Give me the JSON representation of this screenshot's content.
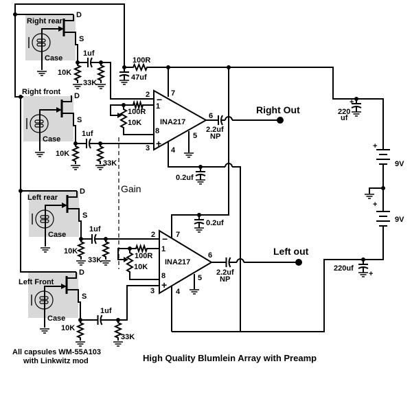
{
  "title": "High Quality Blumlein Array with Preamp",
  "note": [
    "All capsules WM-55A103",
    "with Linkwitz mod"
  ],
  "capsules": [
    {
      "name": "Right rear",
      "drain": "D",
      "source": "S",
      "case": "Case",
      "r_source": "10K",
      "coupling_cap": "1uf",
      "r_bias": "33K"
    },
    {
      "name": "Right front",
      "drain": "D",
      "source": "S",
      "case": "Case",
      "r_source": "10K",
      "coupling_cap": "1uf",
      "r_bias": "33K"
    },
    {
      "name": "Left rear",
      "drain": "D",
      "source": "S",
      "case": "Case",
      "r_source": "10K",
      "coupling_cap": "1uf",
      "r_bias": "33K"
    },
    {
      "name": "Left Front",
      "drain": "D",
      "source": "S",
      "case": "Case",
      "r_source": "10K",
      "coupling_cap": "1uf",
      "r_bias": "33K"
    }
  ],
  "supply": {
    "resistor": "100R",
    "filter_cap": "47uf",
    "bulk_cap_top": [
      "220",
      "uf"
    ],
    "bulk_cap_bottom": "220uf",
    "battery_top": "9V",
    "battery_bottom": "9V",
    "plus": "+"
  },
  "preamps": [
    {
      "chip": "INA217",
      "pins": {
        "p1": "1",
        "p2": "2",
        "p3": "3",
        "p4": "4",
        "p5": "5",
        "p6": "6",
        "p7": "7",
        "p8": "8"
      },
      "minus": "−",
      "plus": "+",
      "gain_resistor": "100R",
      "gain_pot": "10K",
      "output_cap": [
        "2.2uf",
        "NP"
      ],
      "bypass_cap": "0.2uf",
      "output_label": "Right Out"
    },
    {
      "chip": "INA217",
      "pins": {
        "p1": "1",
        "p2": "2",
        "p3": "3",
        "p4": "4",
        "p5": "5",
        "p6": "6",
        "p7": "7",
        "p8": "8"
      },
      "minus": "−",
      "plus": "+",
      "gain_resistor": "100R",
      "gain_pot": "10K",
      "output_cap": [
        "2.2uf",
        "NP"
      ],
      "bypass_cap": "0.2uf",
      "output_label": "Left out"
    }
  ],
  "gain_label": "Gain"
}
